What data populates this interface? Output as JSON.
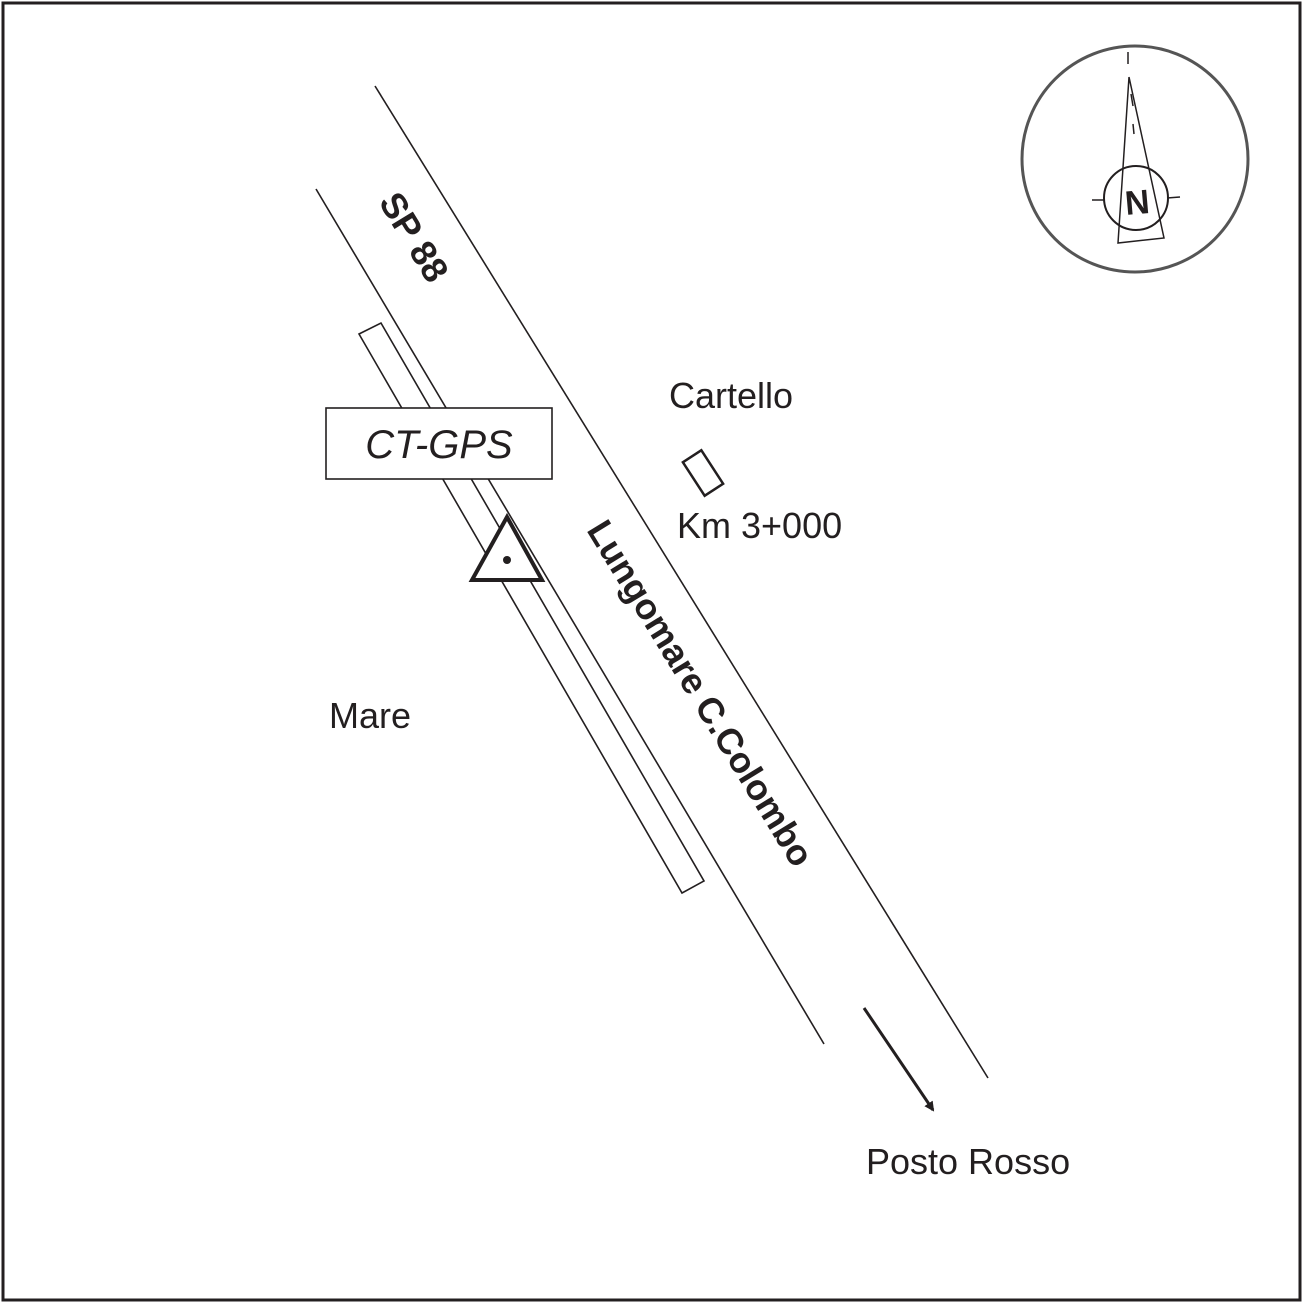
{
  "map": {
    "road_labels": {
      "sp": "SP 88",
      "lungomare": "Lungomare C.Colombo"
    },
    "station_label": "CT-GPS",
    "labels": {
      "cartello": "Cartello",
      "km": "Km 3+000",
      "mare": "Mare",
      "direction": "Posto Rosso"
    },
    "compass": {
      "letter": "N"
    },
    "colors": {
      "ink": "#231f20",
      "background": "#ffffff",
      "compass_ring": "#555555"
    },
    "icons": [
      "gps-station-triangle-icon",
      "sign-icon",
      "north-arrow-icon",
      "direction-arrow-icon"
    ]
  }
}
